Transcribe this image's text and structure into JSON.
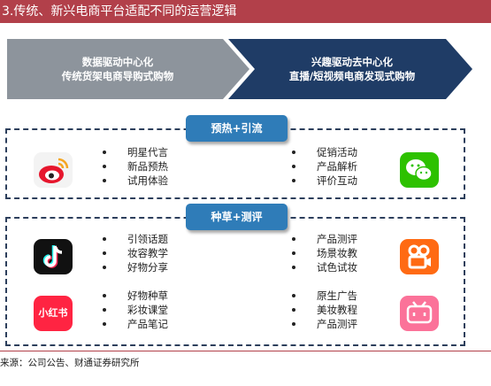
{
  "title": "3.传统、新兴电商平台适配不同的运营逻辑",
  "arrows": {
    "left": {
      "line1": "数据驱动中心化",
      "line2": "传统货架电商导购式购物",
      "color": "#8d949c"
    },
    "right": {
      "line1": "兴趣驱动去中心化",
      "line2": "直播/短视频电商发现式购物",
      "color": "#1f3c66"
    }
  },
  "sections": [
    {
      "label": "预热+引流",
      "left_items": [
        "明星代言",
        "新品预热",
        "试用体验"
      ],
      "right_items": [
        "促销活动",
        "产品解析",
        "评价互动"
      ]
    },
    {
      "label": "种草+测评",
      "left_groups": [
        [
          "引领话题",
          "妆容教学",
          "好物分享"
        ],
        [
          "好物种草",
          "彩妆课堂",
          "产品笔记"
        ]
      ],
      "right_groups": [
        [
          "产品测评",
          "场景妆教",
          "试色试妆"
        ],
        [
          "原生广告",
          "美妆教程",
          "产品测评"
        ]
      ]
    }
  ],
  "icons": [
    "weibo-icon",
    "wechat-icon",
    "douyin-icon",
    "kuaishou-icon",
    "xiaohongshu-icon",
    "bilibili-icon"
  ],
  "xiaohongshu_text": "小红书",
  "source": "来源：公司公告、财通证券研究所",
  "colors": {
    "title_bar": "#b2404a",
    "pill": "#2f7cb8",
    "dash": "#2d3f5c"
  }
}
